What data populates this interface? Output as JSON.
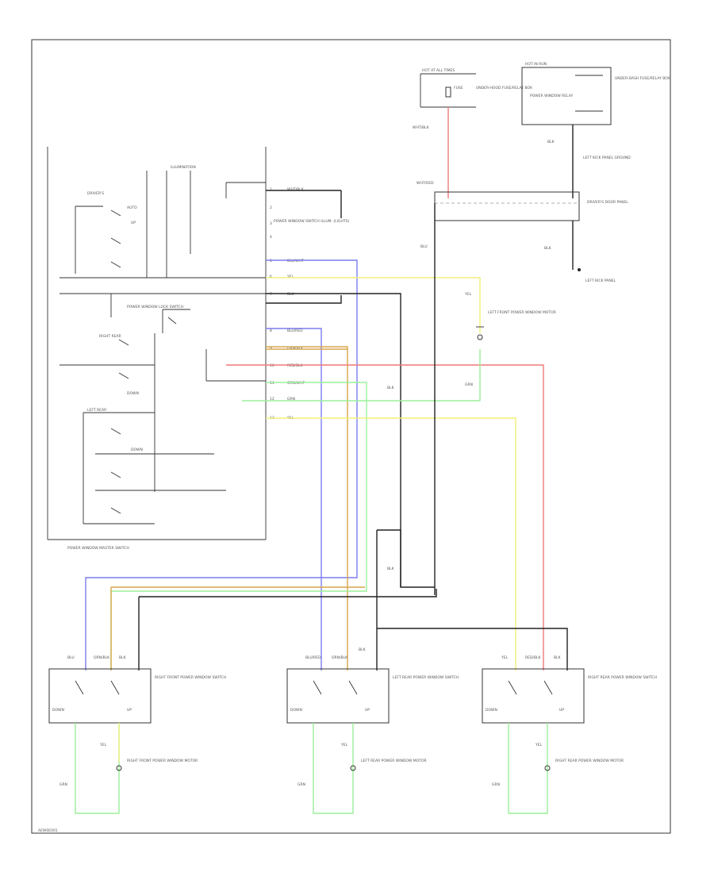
{
  "diagram": {
    "footer_code": "AEW0E001",
    "colors": {
      "blue": "#7c7cf2",
      "yellow": "#f0f07a",
      "green": "#9af09a",
      "red": "#f07a7a",
      "orange": "#d6a64a",
      "black": "#222222"
    },
    "top": {
      "hot_at_all_times": "HOT AT ALL TIMES",
      "fuse": "FUSE",
      "fuse_box": "UNDER-HOOD FUSE/RELAY BOX",
      "hot_in_run": "HOT IN RUN",
      "power_window_relay": "POWER WINDOW RELAY",
      "dash_fuse_box": "UNDER-DASH FUSE/RELAY BOX",
      "left_kick_panel_ground": "LEFT KICK PANEL GROUND",
      "driver_door_panel": "DRIVER'S DOOR PANEL",
      "left_kick_panel": "LEFT KICK PANEL"
    },
    "master": {
      "main_label": "POWER WINDOW MASTER SWITCH",
      "lock_switch": "POWER WINDOW LOCK SWITCH",
      "illumination": "ILLUMINATION",
      "pins": [
        "1",
        "2",
        "3",
        "4",
        "5",
        "6",
        "7",
        "8",
        "9",
        "10",
        "11",
        "12",
        "13"
      ],
      "pin_wires": [
        "WHT/BLK",
        "BLU/WHT",
        "YEL",
        "BLK",
        "BLU/RED",
        "ORN/BLK",
        "RED/BLK",
        "GRN/WHT",
        "GRN",
        "YEL"
      ],
      "labels": [
        "DRIVER'S",
        "LEFT REAR",
        "RIGHT REAR",
        "UP",
        "DOWN",
        "AUTO"
      ],
      "note": "POWER WINDOW SWITCH ILLUM. (LIGHTS)"
    },
    "motors": {
      "left_front": "LEFT FRONT POWER WINDOW MOTOR",
      "right_front": "RIGHT FRONT POWER WINDOW MOTOR",
      "left_rear": "LEFT REAR POWER WINDOW MOTOR",
      "right_rear": "RIGHT REAR POWER WINDOW MOTOR"
    },
    "switches": {
      "right_front": "RIGHT FRONT POWER WINDOW SWITCH",
      "left_rear": "LEFT REAR POWER WINDOW SWITCH",
      "right_rear": "RIGHT REAR POWER WINDOW SWITCH",
      "down": "DOWN",
      "up": "UP"
    },
    "wire_labels": {
      "blu": "BLU",
      "blk": "BLK",
      "yel": "YEL",
      "grn": "GRN",
      "red_blk": "RED/BLK",
      "orn_blk": "ORN/BLK",
      "blu_red": "BLU/RED",
      "wht_blk": "WHT/BLK",
      "blu_wht": "BLU/WHT",
      "grn_wht": "GRN/WHT",
      "wht_red": "WHT/RED",
      "red_blk2": "RED/BLK"
    }
  }
}
